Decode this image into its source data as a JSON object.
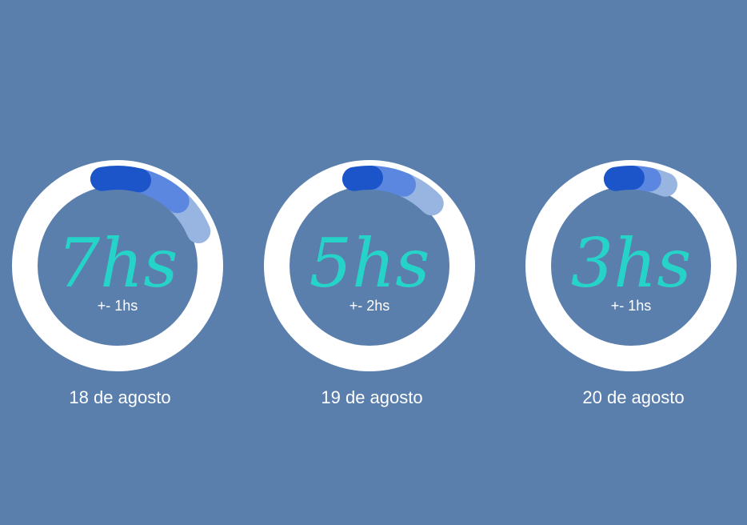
{
  "colors": {
    "background": "#5b7fad",
    "ring": "#ffffff",
    "hours_text": "#26d3c9",
    "label_text": "#ffffff",
    "segment_dark": "#1b55c9",
    "segment_mid": "#5b87e0",
    "segment_light": "#97b5e0"
  },
  "chart_data": [
    {
      "type": "radial-progress",
      "date": "18 de agosto",
      "hours_label": "7hs",
      "range_label": "+- 1hs",
      "hours": 7,
      "range": 1,
      "segments": [
        {
          "from": 0,
          "to": 2.2,
          "shade": "dark"
        },
        {
          "from": 2.2,
          "to": 4.8,
          "shade": "mid"
        },
        {
          "from": 4.8,
          "to": 7,
          "shade": "light"
        }
      ]
    },
    {
      "type": "radial-progress",
      "date": "19 de agosto",
      "hours_label": "5hs",
      "range_label": "+- 2hs",
      "hours": 5,
      "range": 2,
      "segments": [
        {
          "from": 0,
          "to": 1,
          "shade": "dark"
        },
        {
          "from": 1,
          "to": 3,
          "shade": "mid"
        },
        {
          "from": 3,
          "to": 5,
          "shade": "light"
        }
      ]
    },
    {
      "type": "radial-progress",
      "date": "20 de agosto",
      "hours_label": "3hs",
      "range_label": "+- 1hs",
      "hours": 3,
      "range": 1,
      "segments": [
        {
          "from": 0,
          "to": 1,
          "shade": "dark"
        },
        {
          "from": 1,
          "to": 2,
          "shade": "mid"
        },
        {
          "from": 2,
          "to": 3,
          "shade": "light"
        }
      ]
    }
  ]
}
